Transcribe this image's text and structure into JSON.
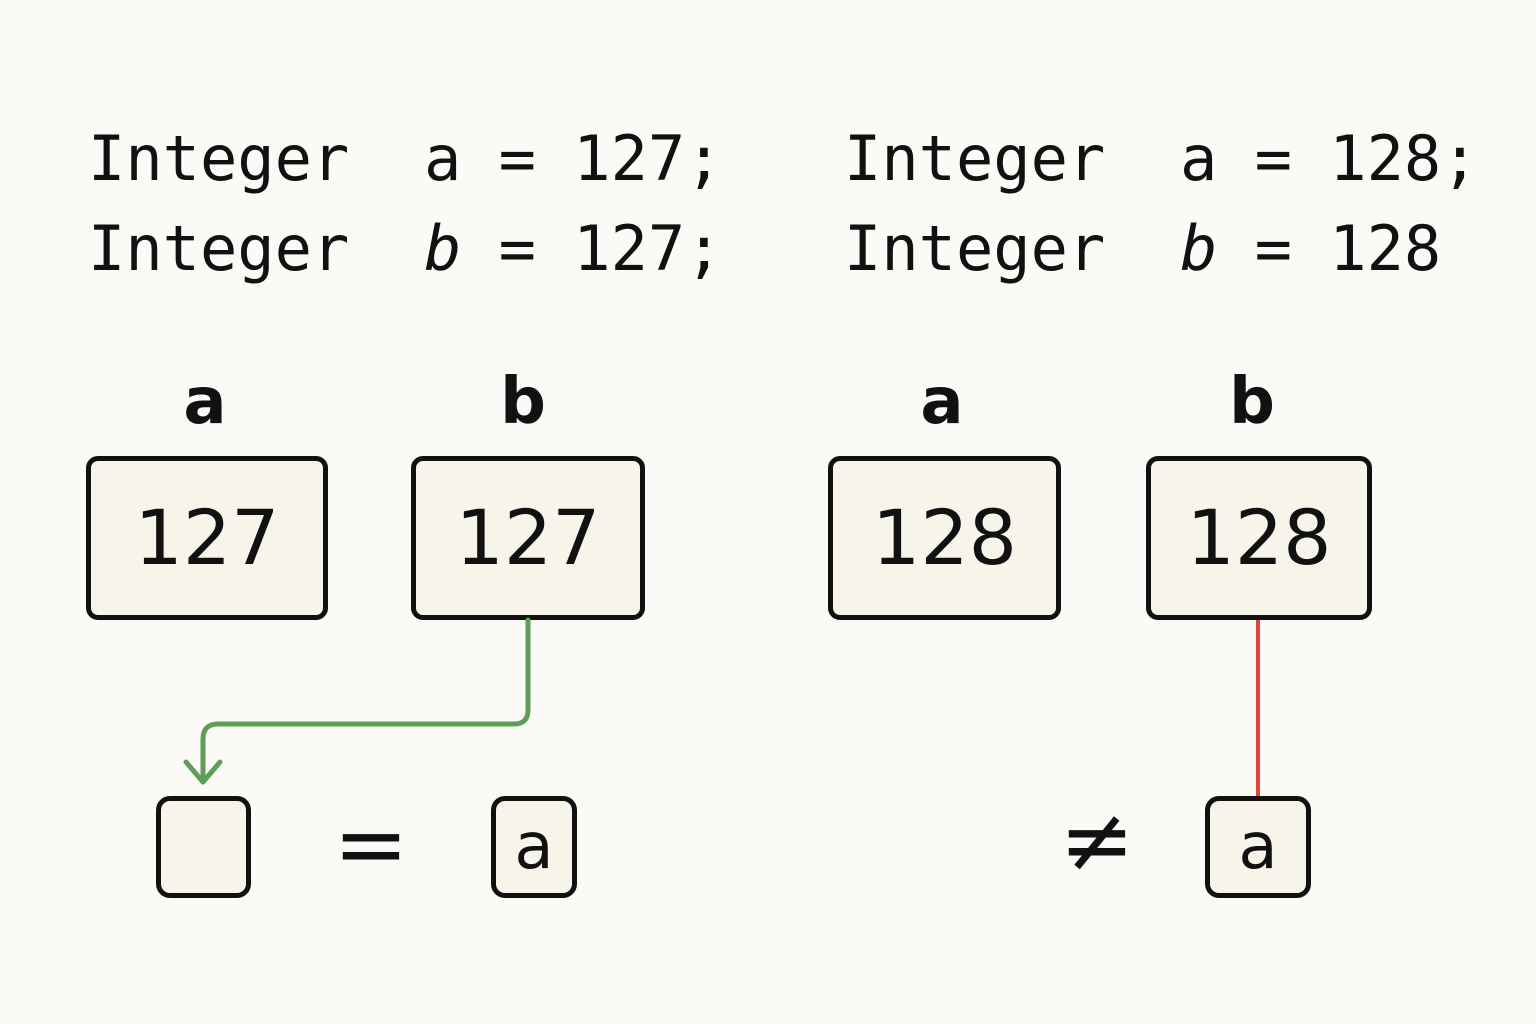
{
  "left": {
    "code": [
      {
        "keyword": "Integer",
        "var": "a",
        "op": "=",
        "value": "127;"
      },
      {
        "keyword": "Integer",
        "var": "b",
        "op": "=",
        "value": "127;"
      }
    ],
    "label_a": "a",
    "label_b": "b",
    "box_a": "127",
    "box_b": "127",
    "operator": "=",
    "result_box": "a",
    "connector_color": "#5f9e57"
  },
  "right": {
    "code": [
      {
        "keyword": "Integer",
        "var": "a",
        "op": "=",
        "value": "128;"
      },
      {
        "keyword": "Integer",
        "var": "b",
        "op": "=",
        "value": "128"
      }
    ],
    "label_a": "a",
    "label_b": "b",
    "box_a": "128",
    "box_b": "128",
    "operator": "≠",
    "result_box": "a",
    "connector_color": "#e0443e"
  }
}
